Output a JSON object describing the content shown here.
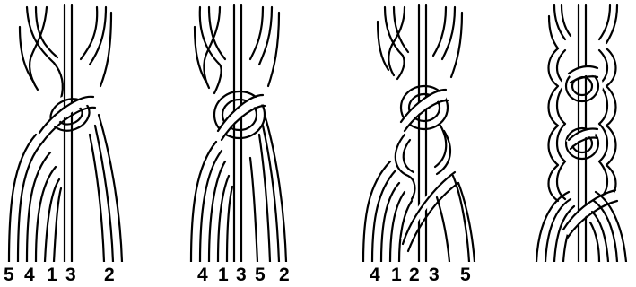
{
  "figures": [
    {
      "id": "step-1",
      "labels": [
        "5",
        "4",
        "1",
        "3",
        "2"
      ]
    },
    {
      "id": "step-2",
      "labels": [
        "4",
        "1",
        "3",
        "5",
        "2"
      ]
    },
    {
      "id": "step-3",
      "labels": [
        "4",
        "1",
        "2",
        "3",
        "5"
      ]
    },
    {
      "id": "step-4",
      "labels": []
    }
  ],
  "colors": {
    "ink": "#000000",
    "paper": "#ffffff"
  }
}
